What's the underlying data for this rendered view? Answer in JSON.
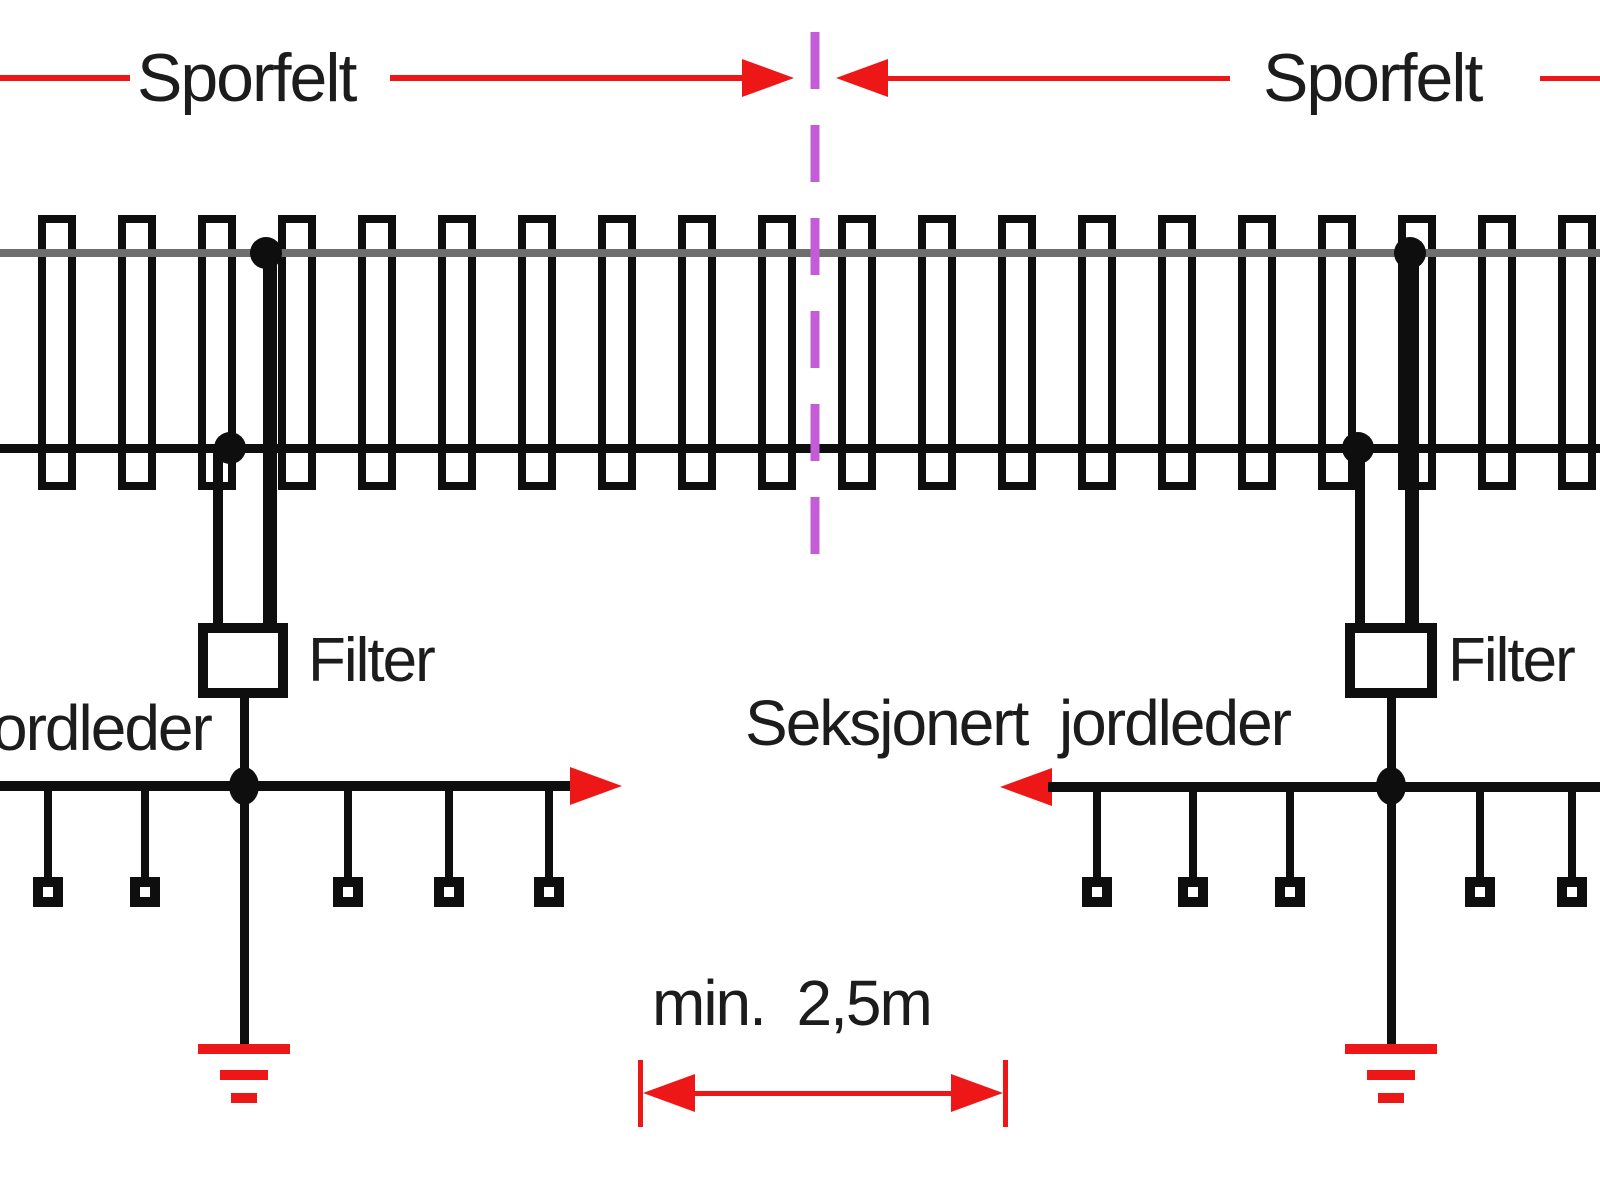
{
  "labels": {
    "sporfelt_left": "Sporfelt",
    "sporfelt_right": "Sporfelt",
    "filter_left": "Filter",
    "filter_right": "Filter",
    "jordleder_partial": "ordleder",
    "seksjonert_jordleder": "Seksjonert  jordleder",
    "min_distance": "min.  2,5m"
  },
  "colors": {
    "dimension_red": "#ee1717",
    "centerline_magenta": "#c45cd8",
    "rail_gray": "#6e6e6e",
    "line_black": "#0e0e0e",
    "text_black": "#1c1c1c",
    "background": "#ffffff"
  }
}
